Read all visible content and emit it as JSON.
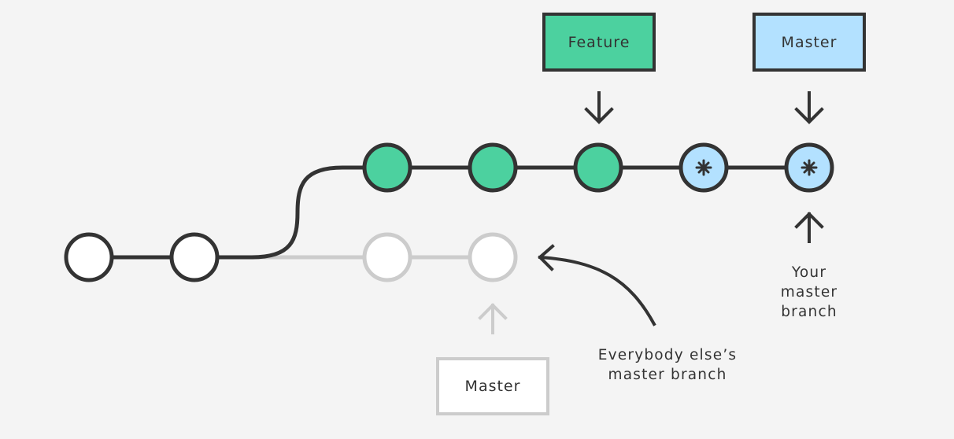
{
  "labels": {
    "feature": "Feature",
    "master_top": "Master",
    "master_old": "Master"
  },
  "captions": {
    "your_master": [
      "Your",
      "master",
      "branch"
    ],
    "everybody_master": [
      "Everybody else’s",
      "master branch"
    ]
  },
  "colors": {
    "background": "#f4f4f4",
    "stroke": "#333333",
    "faded": "#cccccc",
    "feature_green": "#4cd19f",
    "master_blue": "#b3e1ff",
    "white": "#ffffff"
  },
  "commits": {
    "shared": 2,
    "remote_master": 2,
    "feature": 3,
    "local_master": 2
  }
}
